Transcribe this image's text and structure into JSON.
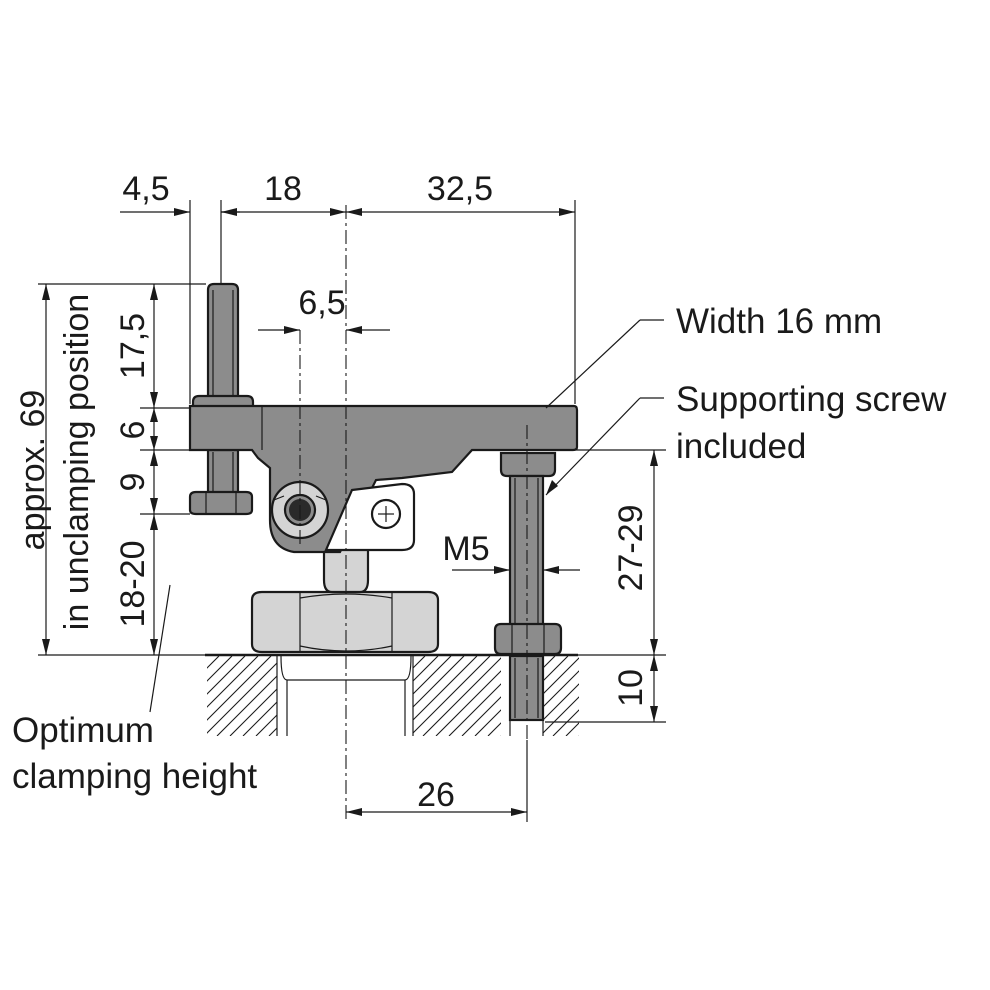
{
  "dimensions": {
    "d_4_5": "4,5",
    "d_18": "18",
    "d_32_5": "32,5",
    "d_6_5": "6,5",
    "d_17_5": "17,5",
    "d_6": "6",
    "d_9": "9",
    "d_18_20": "18-20",
    "d_approx_69": "approx. 69",
    "d_unclamping": "in unclamping position",
    "d_m5": "M5",
    "d_27_29": "27-29",
    "d_10": "10",
    "d_26": "26"
  },
  "notes": {
    "width_line1": "Width 16 mm",
    "support_line1": "Supporting screw",
    "support_line2": "included",
    "optimum_line1": "Optimum",
    "optimum_line2": "clamping height"
  }
}
